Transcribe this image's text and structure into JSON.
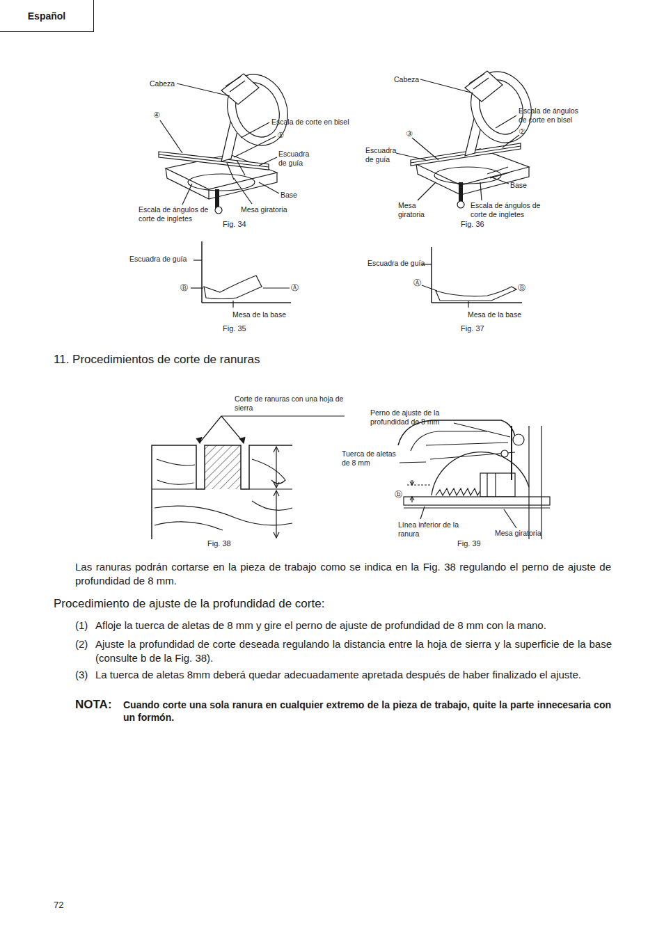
{
  "diagram": {
    "title": "11. Procedimientos de corte de ranuras",
    "nodes": [
      {
        "text": [
          "Español"
        ]
      }
    ],
    "labels": [
      "Cabeza",
      "④",
      "Escala de corte en bisel",
      "①",
      "Escuadra de guía",
      "Base",
      "Escala de ángulos de corte de ingletes",
      "Mesa giratoria",
      "Fig. 34",
      "Cabeza",
      "Escala de ángulos de corte en bisel",
      "②",
      "③",
      "Escuadra de guía",
      "Base",
      "Mesa giratoria",
      "Escala de ángulos de corte de ingletes",
      "Fig. 36",
      "Escuadra de guía",
      "Ⓑ",
      "Ⓐ",
      "Mesa de la base",
      "Fig. 35",
      "Escuadra de guía",
      "Ⓐ",
      "Ⓑ",
      "Mesa de la base",
      "Fig. 37",
      "Corte de ranuras con una hoja de sierra",
      "Fig. 38",
      "Perno de ajuste de la profundidad de 8 mm",
      "Tuerca de aletas de 8 mm",
      "ⓑ",
      "Línea inferior de la ranura",
      "Mesa giratoria",
      "Fig. 39",
      "Las ranuras podrán cortarse en la pieza de trabajo como se indica en la Fig. 38 regulando el perno de ajuste de profundidad de 8 mm.",
      "Procedimiento de ajuste de la profundidad de corte:",
      "(1)",
      "Afloje la tuerca de aletas de 8 mm y gire el perno de ajuste de profundidad de 8 mm con la mano.",
      "(2)",
      "Ajuste la profundidad de corte deseada regulando la distancia entre la hoja de sierra y la superficie de la base (consulte b de la Fig. 38).",
      "(3)",
      "La tuerca de aletas 8mm deberá quedar adecuadamente apretada después de haber finalizado el ajuste.",
      "NOTA:",
      "Cuando corte una sola ranura en cualquier extremo de la pieza de trabajo, quite la parte innecesaria con un formón.",
      "72"
    ]
  }
}
